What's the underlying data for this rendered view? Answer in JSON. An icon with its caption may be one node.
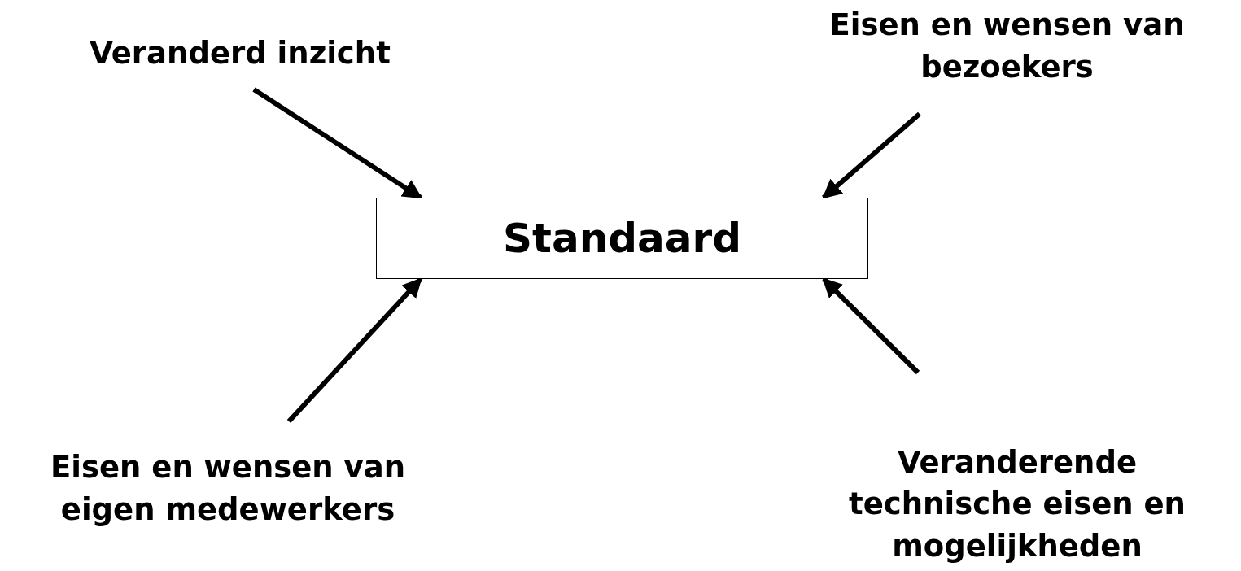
{
  "diagram": {
    "nodes": [
      {
        "text": [
          "Veranderd inzicht"
        ]
      },
      {
        "text": [
          "Eisen en wensen van bezoekers"
        ]
      },
      {
        "text": [
          "Standaard"
        ]
      },
      {
        "text": [
          "Eisen en wensen van eigen medewerkers"
        ]
      },
      {
        "text": [
          "Veranderende technische eisen en mogelijkheden"
        ]
      }
    ],
    "edges": [
      {
        "from": 0,
        "to": 2,
        "arrow": "to"
      },
      {
        "from": 1,
        "to": 2,
        "arrow": "to"
      },
      {
        "from": 3,
        "to": 2,
        "arrow": "to"
      },
      {
        "from": 4,
        "to": 2,
        "arrow": "to"
      }
    ]
  }
}
